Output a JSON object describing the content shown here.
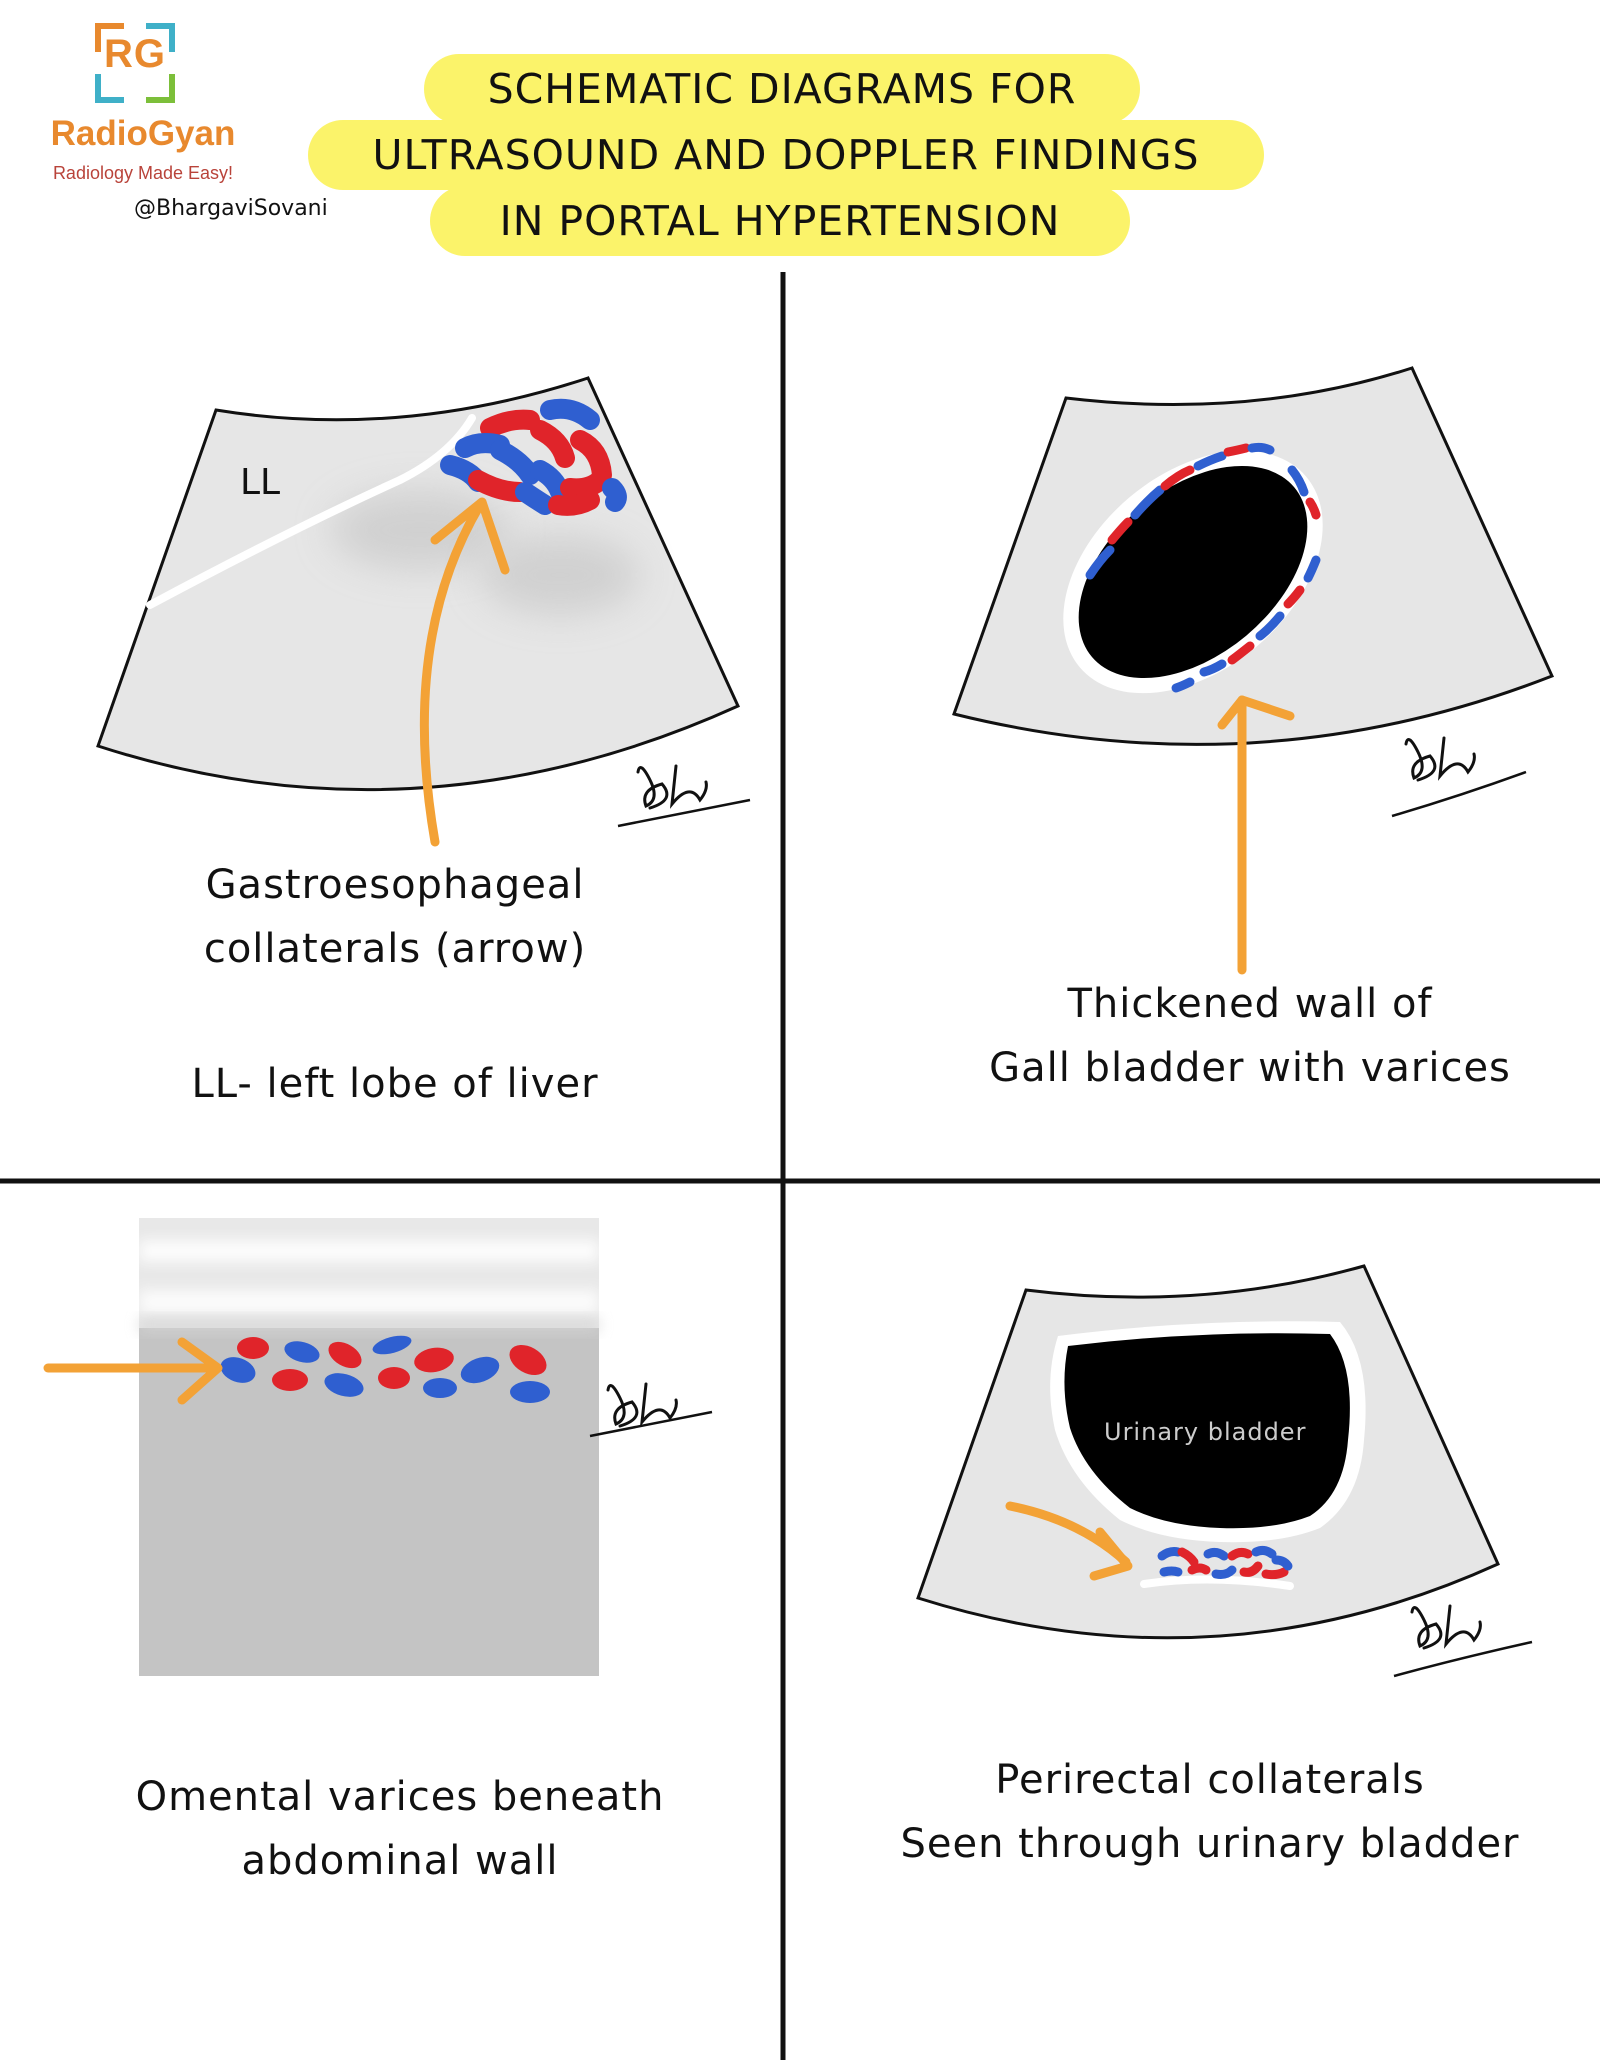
{
  "header": {
    "logo_letters": "RG",
    "brand": "RadioGyan",
    "tagline": "Radiology Made Easy!",
    "handle": "@BhargaviSovani",
    "title_lines": [
      "SCHEMATIC DIAGRAMS FOR",
      "ULTRASOUND AND DOPPLER FINDINGS",
      "IN PORTAL HYPERTENSION"
    ]
  },
  "panels": {
    "top_left": {
      "inner_label": "LL",
      "caption_lines": [
        "Gastroesophageal",
        "collaterals (arrow)"
      ],
      "note": "LL- left lobe of liver",
      "signature": "Bh"
    },
    "top_right": {
      "caption_lines": [
        "Thickened wall of",
        "Gall bladder with varices"
      ],
      "signature": "Bh"
    },
    "bottom_left": {
      "caption_lines": [
        "Omental varices beneath",
        "abdominal wall"
      ],
      "signature": "Bh"
    },
    "bottom_right": {
      "inner_label": "Urinary bladder",
      "caption_lines": [
        "Perirectal collaterals",
        "Seen through urinary bladder"
      ],
      "signature": "Bh"
    }
  },
  "colors": {
    "title_highlight": "#fbf36a",
    "arrow": "#f3a236",
    "vessel_red": "#e0242a",
    "vessel_blue": "#2f5fd0",
    "ultrasound_gray": "#e6e6e6",
    "logo_orange": "#e8892e"
  }
}
